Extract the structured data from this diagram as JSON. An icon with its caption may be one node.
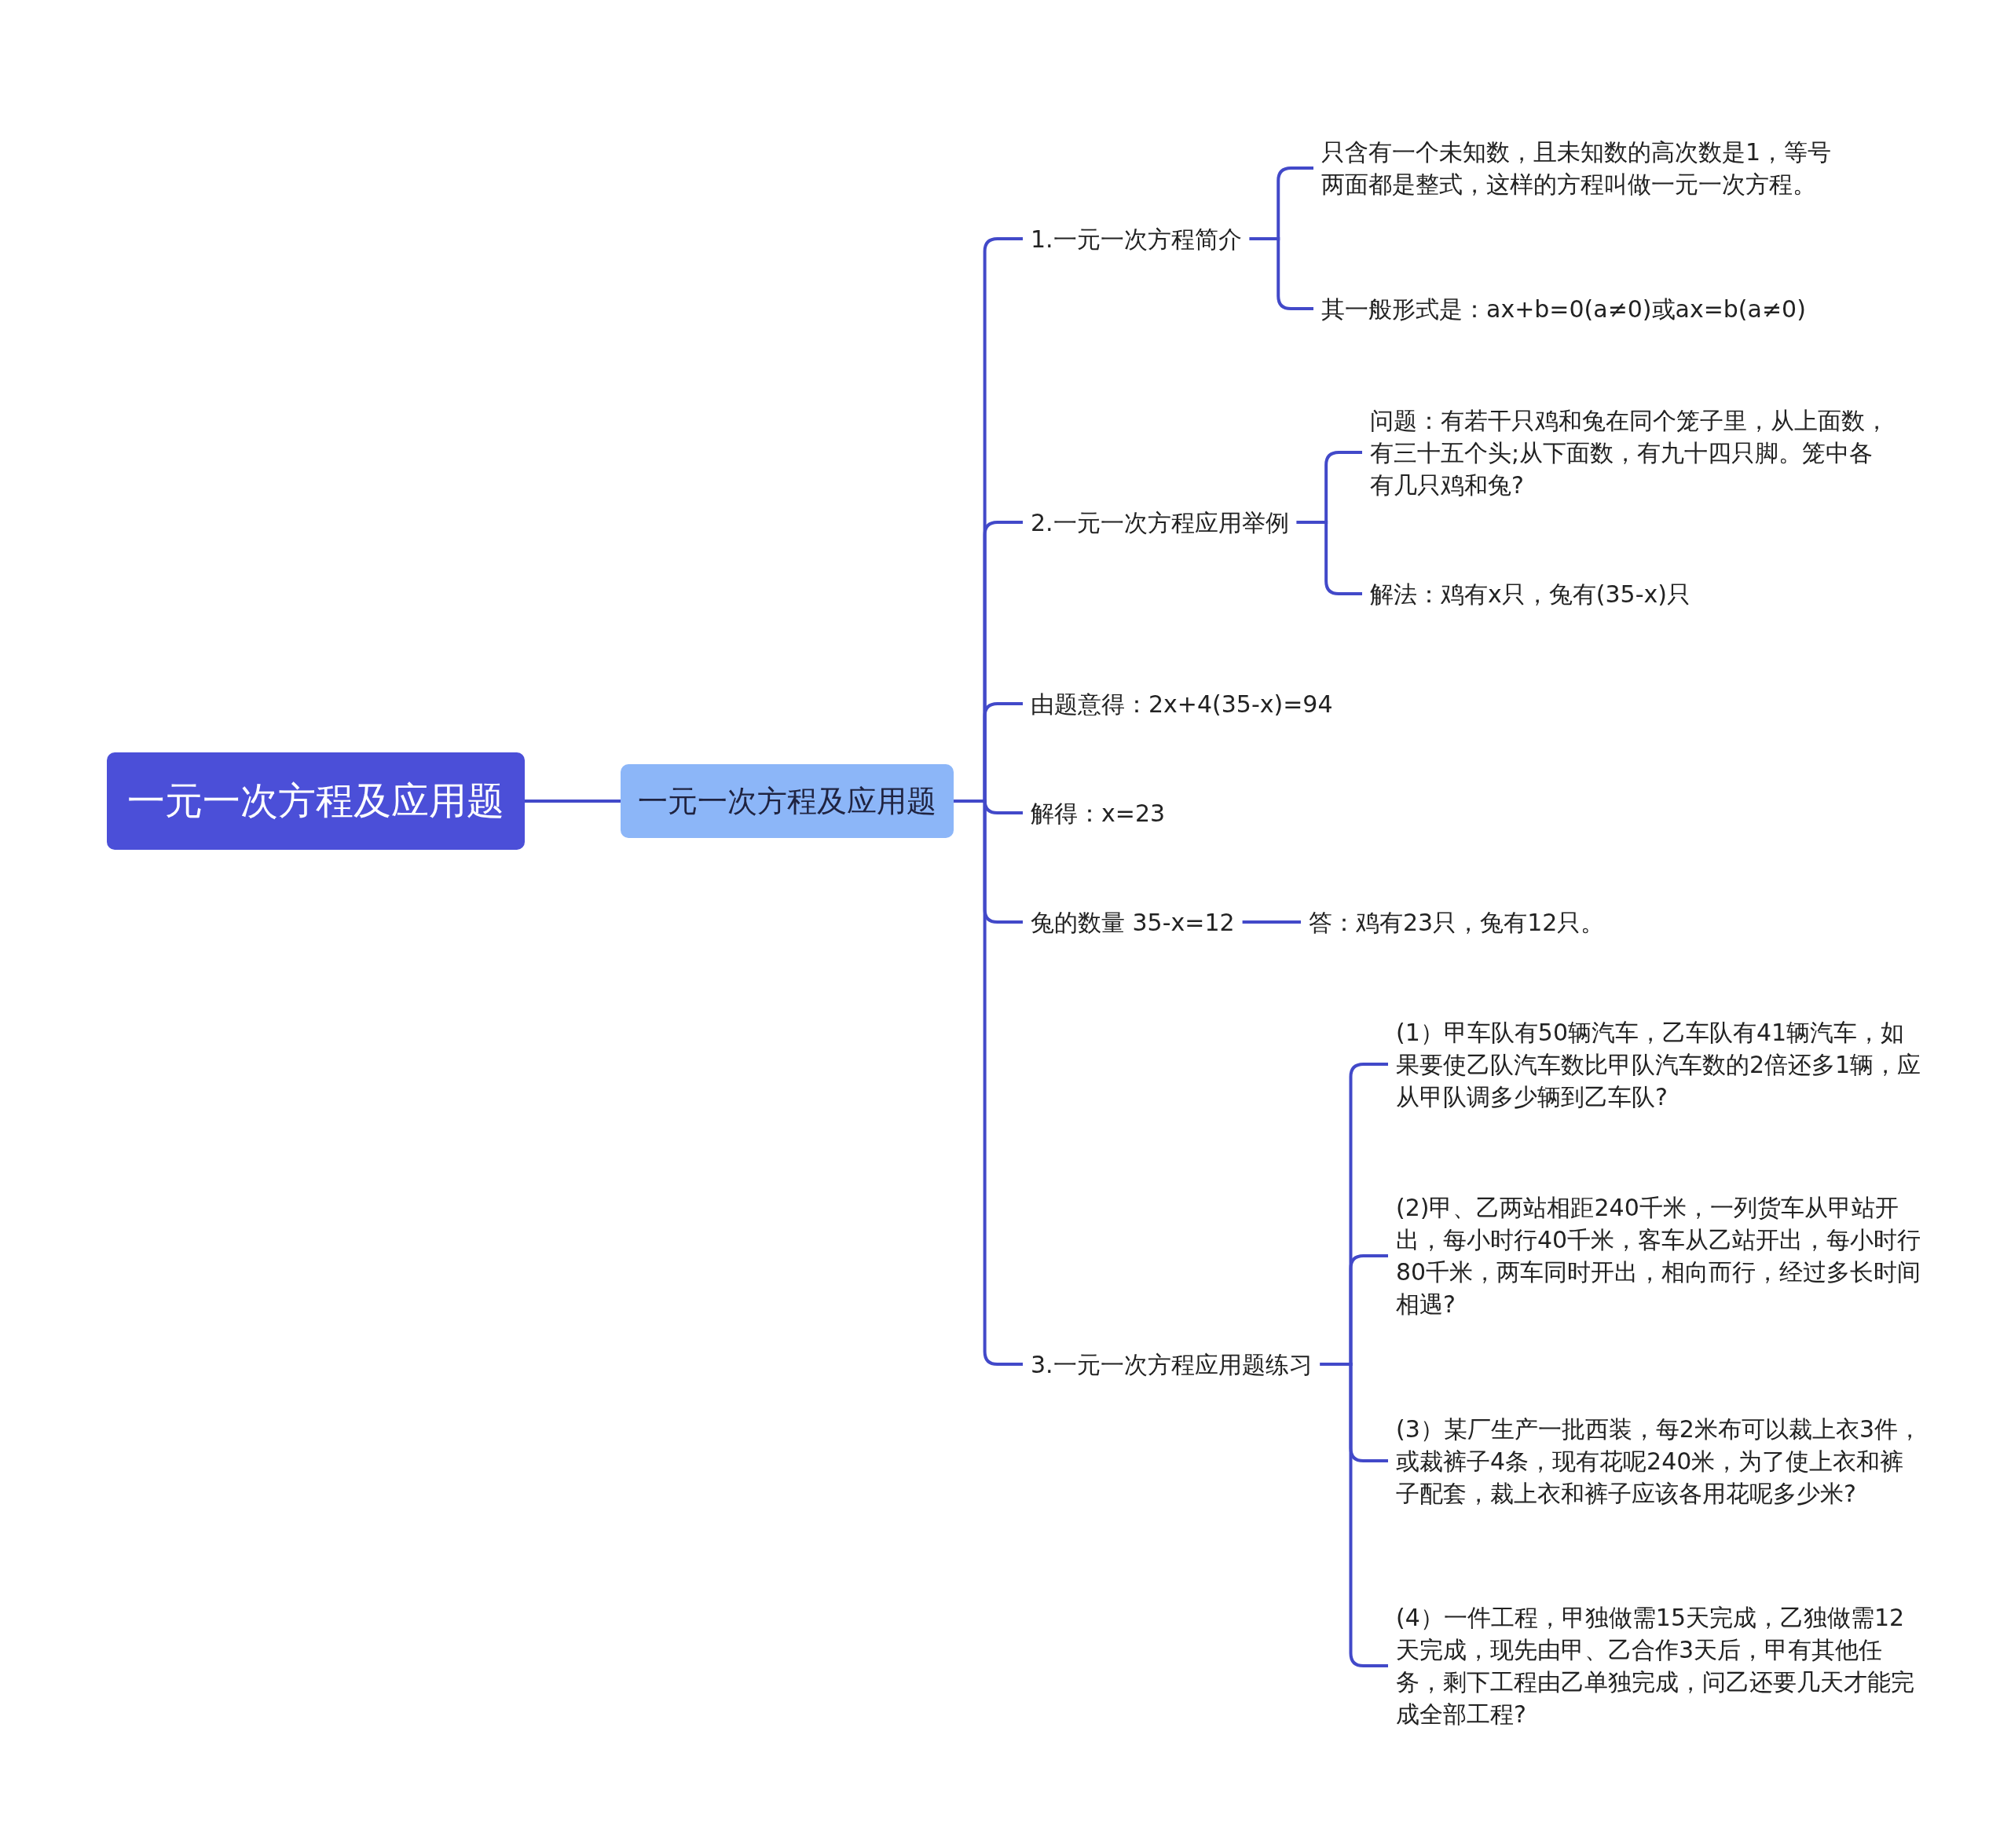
{
  "diagram": {
    "nodes": [
      {
        "text": [
          "一元一次方程及应用题"
        ]
      },
      {
        "text": [
          "一元一次方程及应用题"
        ]
      },
      {
        "text": [
          "1.一元一次方程简介"
        ]
      },
      {
        "text": [
          "只含有一个未知数，且未知数的高次数是1，等号两面都是整式，这样的方程叫做一元一次方程。"
        ]
      },
      {
        "text": [
          "其一般形式是：ax+b=0(a≠0)或ax=b(a≠0)"
        ]
      },
      {
        "text": [
          "2.一元一次方程应用举例"
        ]
      },
      {
        "text": [
          "问题：有若干只鸡和兔在同个笼子里，从上面数，有三十五个头;从下面数，有九十四只脚。笼中各有几只鸡和兔?"
        ]
      },
      {
        "text": [
          "解法：鸡有x只，兔有(35-x)只"
        ]
      },
      {
        "text": [
          "由题意得：2x+4(35-x)=94"
        ]
      },
      {
        "text": [
          "解得：x=23"
        ]
      },
      {
        "text": [
          "兔的数量 35-x=12"
        ]
      },
      {
        "text": [
          "答：鸡有23只，兔有12只。"
        ]
      },
      {
        "text": [
          "3.一元一次方程应用题练习"
        ]
      },
      {
        "text": [
          "(1）甲车队有50辆汽车，乙车队有41辆汽车，如果要使乙队汽车数比甲队汽车数的2倍还多1辆，应从甲队调多少辆到乙车队?"
        ]
      },
      {
        "text": [
          "(2)甲、乙两站相距240千米，一列货车从甲站开出，每小时行40千米，客车从乙站开出，每小时行80千米，两车同时开出，相向而行，经过多长时间相遇?"
        ]
      },
      {
        "text": [
          "(3）某厂生产一批西装，每2米布可以裁上衣3件，或裁裤子4条，现有花呢240米，为了使上衣和裤子配套，裁上衣和裤子应该各用花呢多少米?"
        ]
      },
      {
        "text": [
          "(4）一件工程，甲独做需15天完成，乙独做需12天完成，现先由甲、乙合作3天后，甲有其他任务，剩下工程由乙单独完成，问乙还要几天才能完成全部工程?"
        ]
      }
    ],
    "edges": [
      {
        "from": 0,
        "to": 1,
        "arrow": "none"
      },
      {
        "from": 1,
        "to": 2,
        "arrow": "none"
      },
      {
        "from": 2,
        "to": 3,
        "arrow": "none"
      },
      {
        "from": 2,
        "to": 4,
        "arrow": "none"
      },
      {
        "from": 1,
        "to": 5,
        "arrow": "none"
      },
      {
        "from": 5,
        "to": 6,
        "arrow": "none"
      },
      {
        "from": 5,
        "to": 7,
        "arrow": "none"
      },
      {
        "from": 1,
        "to": 8,
        "arrow": "none"
      },
      {
        "from": 1,
        "to": 9,
        "arrow": "none"
      },
      {
        "from": 1,
        "to": 10,
        "arrow": "none"
      },
      {
        "from": 10,
        "to": 11,
        "arrow": "none"
      },
      {
        "from": 1,
        "to": 12,
        "arrow": "none"
      },
      {
        "from": 12,
        "to": 13,
        "arrow": "none"
      },
      {
        "from": 12,
        "to": 14,
        "arrow": "none"
      },
      {
        "from": 12,
        "to": 15,
        "arrow": "none"
      },
      {
        "from": 12,
        "to": 16,
        "arrow": "none"
      }
    ]
  }
}
